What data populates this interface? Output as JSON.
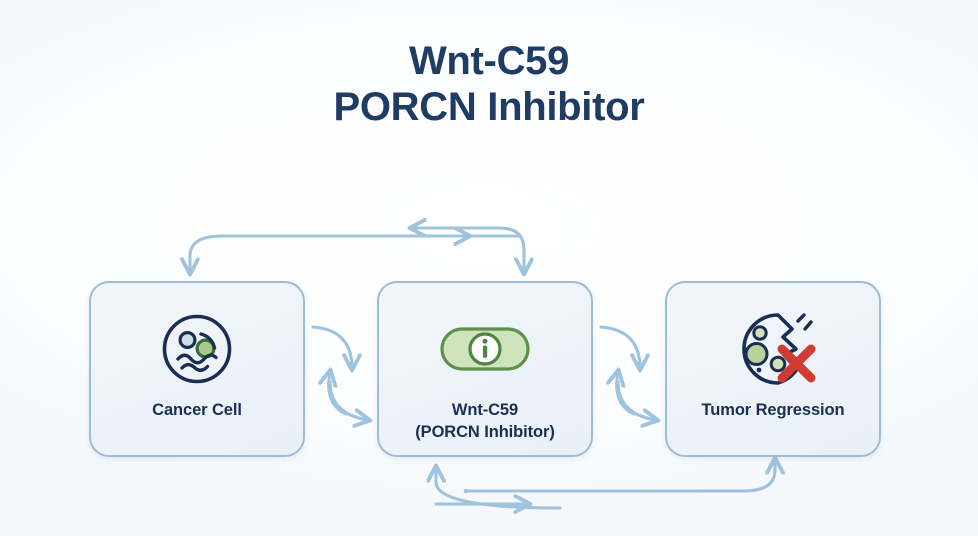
{
  "title": {
    "line1": "Wnt-C59",
    "line2": "PORCN Inhibitor"
  },
  "colors": {
    "title_navy": "#1f3c64",
    "label_navy": "#1b2f52",
    "card_border": "#9cbdd9",
    "card_fill": "#eef3fa",
    "arrow_blue": "#9fc2dd",
    "icon_outline_navy": "#1b2e52",
    "accent_green": "#a8c98a",
    "green_border": "#5f8f4e",
    "green_pill_fill": "#cfe4bd",
    "red_x": "#d23b32",
    "pale_blue_blob": "#cfdde8",
    "page_background": "#ffffff"
  },
  "flow": {
    "nodes": [
      {
        "id": "cancer-cell",
        "label": "Cancer Cell",
        "icon": "cancer-cell-icon",
        "icon_description": "navy outlined round cell with a pale blue vacuole, a green nucleus and wavy cytoplasm lines"
      },
      {
        "id": "wnt-c59",
        "label": "Wnt-C59\n(PORCN Inhibitor)",
        "icon": "info-capsule-icon",
        "icon_description": "green capsule pill containing a white circle with a green letter i"
      },
      {
        "id": "tumor-regression",
        "label": "Tumor Regression",
        "icon": "destroyed-tumor-icon",
        "icon_description": "navy outlined cell cracked open with green blobs and a red X mark over it"
      }
    ],
    "connectors": [
      {
        "id": "cancer-cell-to-wnt-c59",
        "from": "cancer-cell",
        "to": "wnt-c59",
        "direction": "forward",
        "position": "between-card-1-and-2-upper"
      },
      {
        "id": "wnt-c59-to-cancer-cell",
        "from": "wnt-c59",
        "to": "cancer-cell",
        "direction": "backward",
        "position": "between-card-1-and-2-lower"
      },
      {
        "id": "wnt-c59-to-tumor-regression",
        "from": "wnt-c59",
        "to": "tumor-regression",
        "direction": "forward",
        "position": "between-card-2-and-3-upper"
      },
      {
        "id": "tumor-regression-to-wnt-c59",
        "from": "tumor-regression",
        "to": "wnt-c59",
        "direction": "backward",
        "position": "between-card-2-and-3-lower"
      },
      {
        "id": "feedback-top-long",
        "from": "wnt-c59",
        "to": "cancer-cell",
        "direction": "backward",
        "position": "top-loop-left"
      },
      {
        "id": "feedback-top-right",
        "from": "cancer-cell",
        "to": "tumor-regression",
        "direction": "forward",
        "position": "top-loop-right"
      },
      {
        "id": "feedback-bottom-left",
        "from": "tumor-regression",
        "to": "wnt-c59",
        "direction": "backward",
        "position": "bottom-loop-left"
      },
      {
        "id": "feedback-bottom-right",
        "from": "wnt-c59",
        "to": "tumor-regression",
        "direction": "forward",
        "position": "bottom-loop-right"
      }
    ]
  }
}
